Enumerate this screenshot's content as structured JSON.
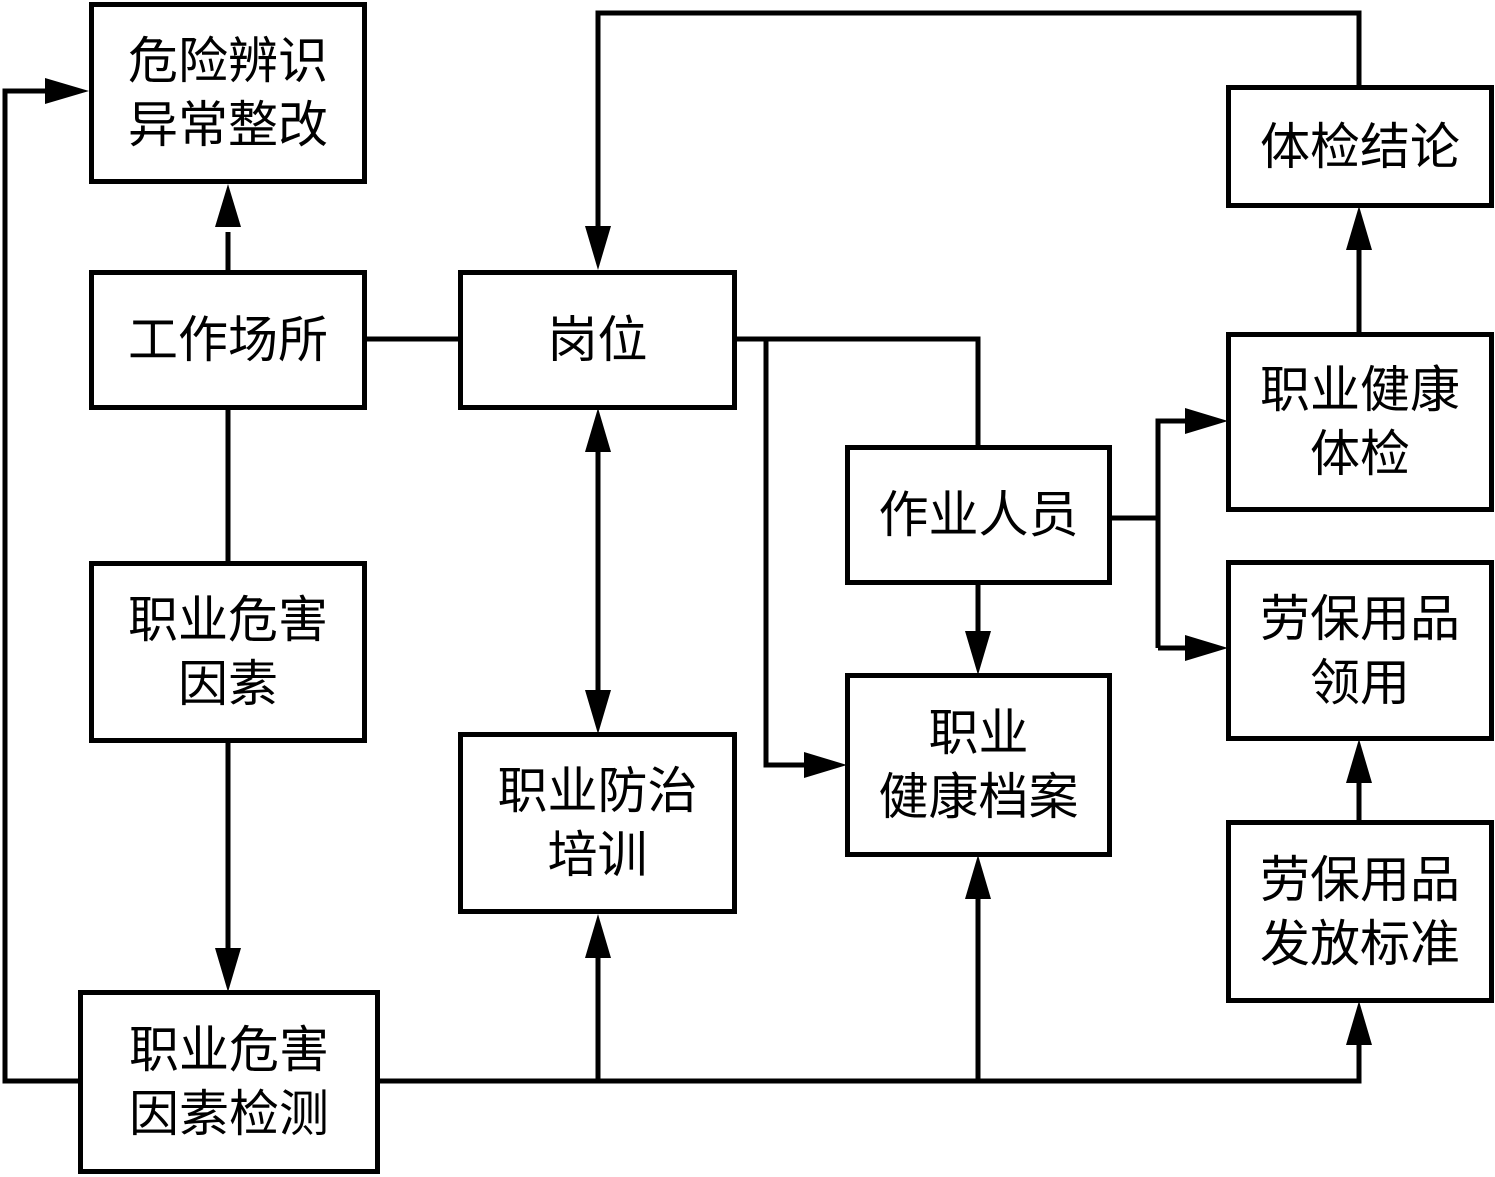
{
  "diagram": {
    "type": "flowchart",
    "colors": {
      "line": "#000000",
      "background": "#ffffff",
      "text": "#000000"
    },
    "nodes": {
      "hazard_identification": {
        "lines": [
          "危险辨识",
          "异常整改"
        ]
      },
      "workplace": {
        "lines": [
          "工作场所"
        ]
      },
      "occupational_hazard_factors": {
        "lines": [
          "职业危害",
          "因素"
        ]
      },
      "hazard_factor_detection": {
        "lines": [
          "职业危害",
          "因素检测"
        ]
      },
      "post": {
        "lines": [
          "岗位"
        ]
      },
      "prevention_training": {
        "lines": [
          "职业防治",
          "培训"
        ]
      },
      "operators": {
        "lines": [
          "作业人员"
        ]
      },
      "health_records": {
        "lines": [
          "职业",
          "健康档案"
        ]
      },
      "exam_conclusion": {
        "lines": [
          "体检结论"
        ]
      },
      "health_exam": {
        "lines": [
          "职业健康",
          "体检"
        ]
      },
      "ppe_collection": {
        "lines": [
          "劳保用品",
          "领用"
        ]
      },
      "ppe_standard": {
        "lines": [
          "劳保用品",
          "发放标准"
        ]
      }
    },
    "edges": [
      {
        "from": "workplace",
        "to": "hazard_identification",
        "arrow": true
      },
      {
        "from": "hazard_factor_detection",
        "to": "hazard_identification",
        "arrow": true
      },
      {
        "from": "workplace",
        "to": "post",
        "arrow": false
      },
      {
        "from": "workplace",
        "to": "occupational_hazard_factors",
        "arrow": false
      },
      {
        "from": "occupational_hazard_factors",
        "to": "hazard_factor_detection",
        "arrow": true
      },
      {
        "from": "post",
        "to": "prevention_training",
        "arrow": "both"
      },
      {
        "from": "hazard_factor_detection",
        "to": "prevention_training",
        "arrow": true
      },
      {
        "from": "post",
        "to": "operators",
        "arrow": false
      },
      {
        "from": "post",
        "to": "health_records",
        "arrow": true
      },
      {
        "from": "operators",
        "to": "health_records",
        "arrow": true
      },
      {
        "from": "hazard_factor_detection",
        "to": "health_records",
        "arrow": true
      },
      {
        "from": "operators",
        "to": "health_exam",
        "arrow": true
      },
      {
        "from": "operators",
        "to": "ppe_collection",
        "arrow": true
      },
      {
        "from": "health_exam",
        "to": "exam_conclusion",
        "arrow": true
      },
      {
        "from": "exam_conclusion",
        "to": "post",
        "arrow": true
      },
      {
        "from": "ppe_standard",
        "to": "ppe_collection",
        "arrow": true
      },
      {
        "from": "hazard_factor_detection",
        "to": "ppe_standard",
        "arrow": true
      }
    ]
  }
}
